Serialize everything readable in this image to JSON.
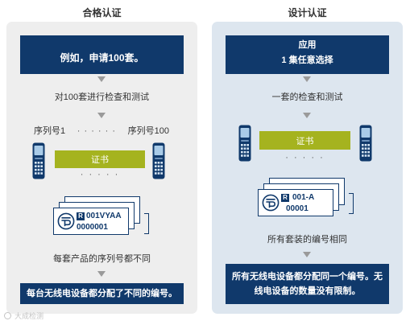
{
  "left": {
    "title": "合格认证",
    "top_box": "例如，申请100套。",
    "step": "对100套进行检查和测试",
    "serial_first": "序列号1",
    "serial_dots": "· · · · · ·",
    "serial_last": "序列号100",
    "certificate": "证书",
    "certificate_dots": "· · · · ·",
    "card": {
      "mark": "R",
      "number": "001VYAA",
      "serial": "0000001"
    },
    "caption": "每套产品的序列号都不同",
    "bottom_box": "每台无线电设备都分配了不同的编号。"
  },
  "right": {
    "title": "设计认证",
    "top_box": [
      "应用",
      "1 集任意选择"
    ],
    "step": "一套的检查和测试",
    "certificate": "证书",
    "certificate_dots": "· · · · ·",
    "card": {
      "mark": "R",
      "number": "001-A",
      "serial": "00001"
    },
    "caption": "所有套装的编号相同",
    "bottom_box": [
      "所有无线电设备都分配同一个编号。无",
      "线电设备的数量没有限制。"
    ]
  },
  "watermark": "大成检测",
  "colors": {
    "navy": "#10396b",
    "olive": "#a5b31f",
    "left_panel": "#eeeeee",
    "right_panel": "#dde6ef",
    "arrow": "#9a9a9a",
    "text": "#333333"
  },
  "icons": {
    "arrow": "down-arrow-icon",
    "phone": "mobile-phone-icon",
    "certification_mark": "giteki-mark-icon",
    "bracket": "bracket-icon",
    "watermark_logo": "watermark-logo-icon"
  }
}
